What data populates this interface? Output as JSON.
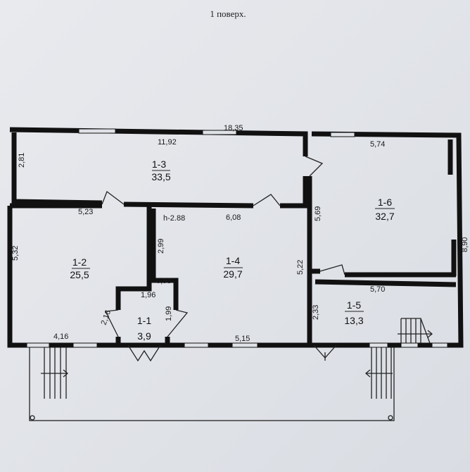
{
  "title": "1 поверх.",
  "ceiling_height": "h-2.88",
  "rooms": [
    {
      "id": "1-1",
      "area": "3,9"
    },
    {
      "id": "1-2",
      "area": "25,5"
    },
    {
      "id": "1-3",
      "area": "33,5"
    },
    {
      "id": "1-4",
      "area": "29,7"
    },
    {
      "id": "1-5",
      "area": "13,3"
    },
    {
      "id": "1-6",
      "area": "32,7"
    }
  ],
  "dimensions": {
    "overall_length": "18,35",
    "overall_width": "8,90",
    "r13_length": "11,92",
    "r13_width": "2,81",
    "r12_length": "5,23",
    "r12_width": "5,32",
    "r12_bottom": "4,16",
    "r14_length": "6,08",
    "r14_width": "5,22",
    "r14_bottom": "5,15",
    "r14_inner": "2,99",
    "r14_step": "0,93",
    "r11_length": "1,96",
    "r11_right": "1,99",
    "r11_left": "2,16",
    "r16_length": "5,74",
    "r16_width": "5,69",
    "r15_length": "5,70",
    "r15_width": "2,33"
  }
}
